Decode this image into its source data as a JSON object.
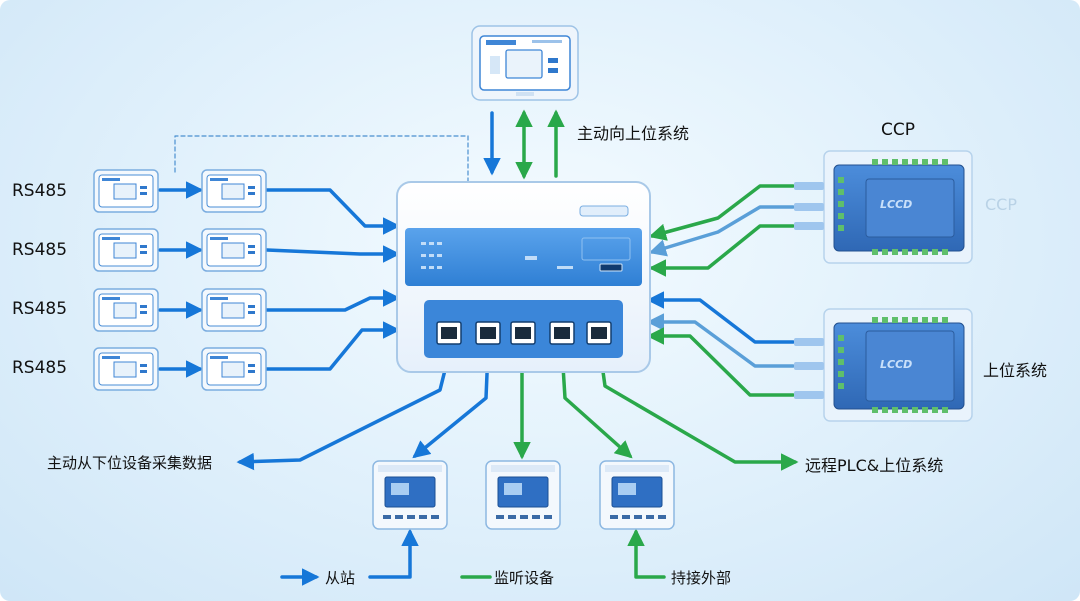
{
  "labels": {
    "rs485": [
      "RS485",
      "RS485",
      "RS485",
      "RS485"
    ],
    "top_system": "主动向上位系统",
    "ccp_title": "CCP",
    "ccp_faint": "CCP",
    "upper_system": "上位系统",
    "collect": "主动从下位设备采集数据",
    "remote": "远程PLC&上位系统"
  },
  "legend": {
    "slave": "从站",
    "monitor": "监听设备",
    "external": "持接外部"
  },
  "device_texts": {
    "ccp_logo": "LCCD"
  },
  "colors": {
    "blue_line": "#1677d8",
    "green_line": "#2aa84a",
    "light_blue_line": "#5a9fd8",
    "hub_body": "#f7fbff",
    "hub_panel": "#3f8fe0",
    "ccp_module": "#3a78c9",
    "terminal_green": "#5fbf6b"
  },
  "icons": {
    "hub": "gateway-hub-icon",
    "module": "panel-meter-icon",
    "ccp": "plc-controller-icon",
    "port": "ethernet-port-icon"
  }
}
